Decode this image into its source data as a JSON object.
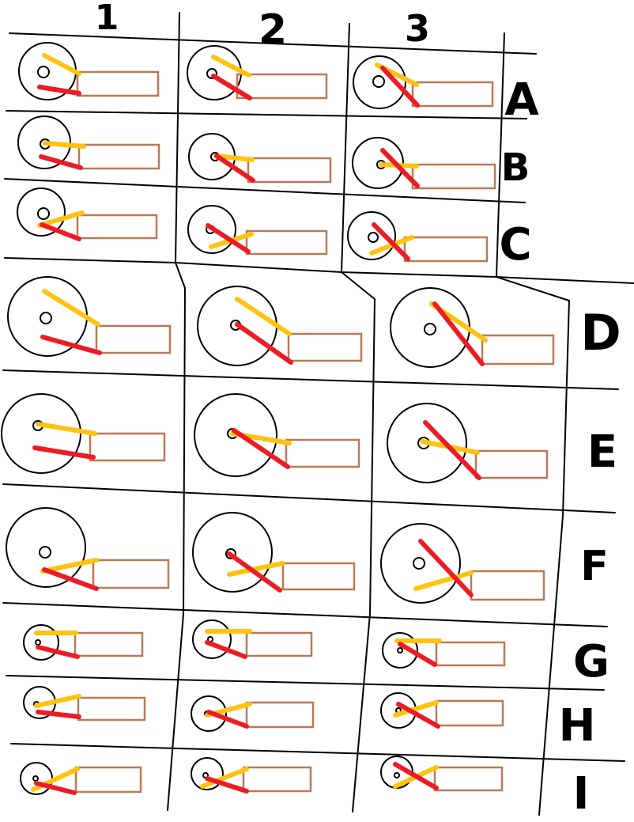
{
  "column_headers": [
    "1",
    "2",
    "3"
  ],
  "row_labels": [
    "A",
    "B",
    "C",
    "D",
    "E",
    "F",
    "G",
    "H",
    "I"
  ],
  "colors": {
    "outline": "#000000",
    "yellow_line": "#FFC20E",
    "red_line": "#ED1C24",
    "box": "#B97A57"
  },
  "cell_contents": [
    "circle",
    "inner-dot",
    "yellow-line",
    "red-line",
    "rectangle"
  ]
}
